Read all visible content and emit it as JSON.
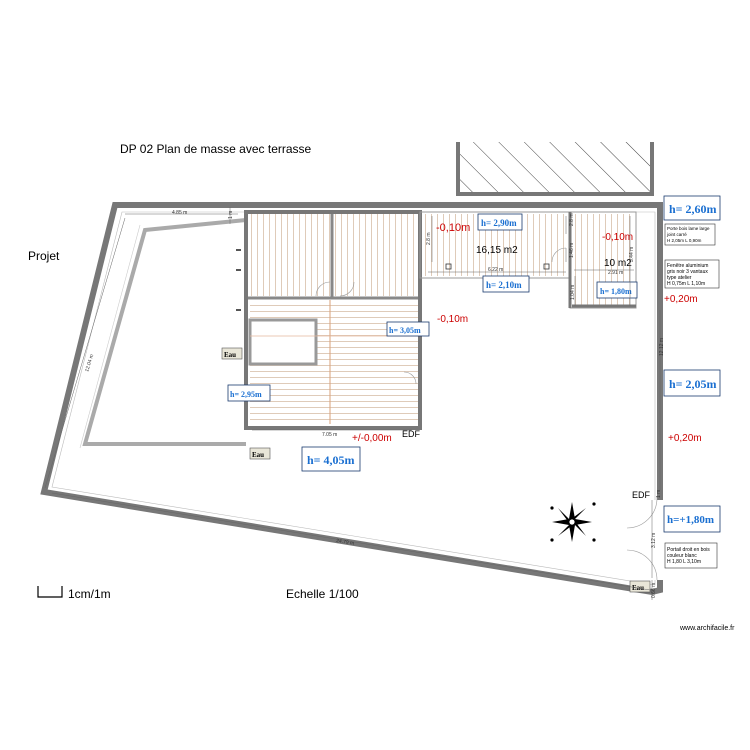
{
  "title": "DP 02  Plan de masse avec terrasse",
  "projet": "Projet",
  "scale_bar": "1cm/1m",
  "echelle": "Echelle 1/100",
  "watermark": "www.archifacile.fr",
  "heights": {
    "h260": "h= 2,60m",
    "h290": "h= 2,90m",
    "h210": "h= 2,10m",
    "h180": "h= 1,80m",
    "h305": "h= 3,05m",
    "h295": "h= 2,95m",
    "h205": "h= 2,05m",
    "h405": "h= 4,05m",
    "h180p": "h=+1,80m"
  },
  "levels": {
    "l1": "-0,10m",
    "l2": "-0,10m",
    "l3": "-0,10m",
    "l4": "+0,20m",
    "l5": "+0,20m",
    "l6": "+/-0,00m"
  },
  "areas": {
    "a1": "16,15 m2",
    "a2": "10 m2"
  },
  "edf": {
    "e1": "EDF",
    "e2": "EDF"
  },
  "eau": {
    "e1": "Eau",
    "e2": "Eau",
    "e3": "Eau"
  },
  "notes": {
    "porte": [
      "Porte bois lame large",
      "joint carré",
      "H 2,05m  L 0,90m"
    ],
    "fenetre": [
      "Fenêtre aluminium",
      "gris noir 3 vantaux",
      "type atelier",
      "H 0,75m L 1,10m"
    ],
    "portail": [
      "Portail droit en bois",
      "couleur blanc",
      "H 1,80 L 3,10m"
    ]
  },
  "dims": {
    "d485": "4.85 m",
    "d1": "1 m",
    "d1204": "12.04 m",
    "d705": "7.05 m",
    "d2479": "24.79 m",
    "d622": "6.22 m",
    "d291": "2.91 m",
    "d28a": "2.8 m",
    "d28b": "2.8 m",
    "d344": "3.44 m",
    "d104": "1.04 m",
    "d146": "1.46 m",
    "d1212": "12.12 m",
    "d312": "3.12 m",
    "d066": "0.66 m",
    "d1m": "1 m"
  }
}
